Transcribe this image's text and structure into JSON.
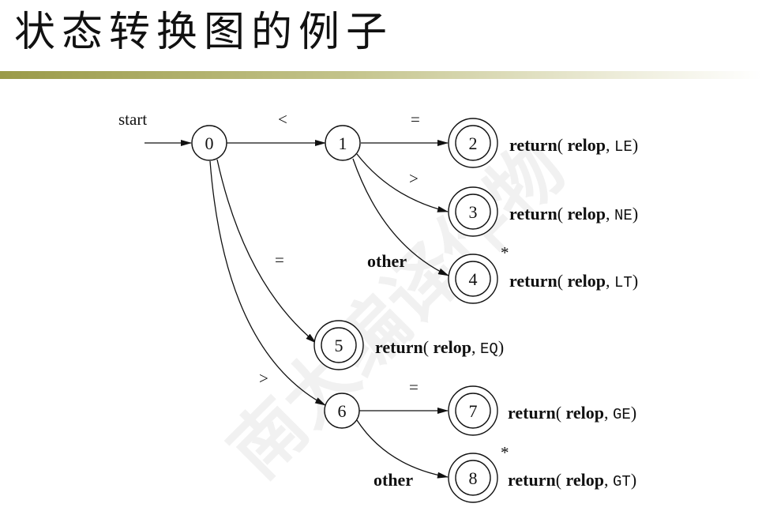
{
  "slide": {
    "title": "状态转换图的例子",
    "watermark": "南大编译作物"
  },
  "diagram": {
    "start_label": "start",
    "states": [
      {
        "id": "0",
        "accepting": false,
        "star": false
      },
      {
        "id": "1",
        "accepting": false,
        "star": false
      },
      {
        "id": "2",
        "accepting": true,
        "star": false,
        "action_kw": "return",
        "action_arg": "relop",
        "token": "LE"
      },
      {
        "id": "3",
        "accepting": true,
        "star": false,
        "action_kw": "return",
        "action_arg": "relop",
        "token": "NE"
      },
      {
        "id": "4",
        "accepting": true,
        "star": true,
        "action_kw": "return",
        "action_arg": "relop",
        "token": "LT"
      },
      {
        "id": "5",
        "accepting": true,
        "star": false,
        "action_kw": "return",
        "action_arg": "relop",
        "token": "EQ"
      },
      {
        "id": "6",
        "accepting": false,
        "star": false
      },
      {
        "id": "7",
        "accepting": true,
        "star": false,
        "action_kw": "return",
        "action_arg": "relop",
        "token": "GE"
      },
      {
        "id": "8",
        "accepting": true,
        "star": true,
        "action_kw": "return",
        "action_arg": "relop",
        "token": "GT"
      }
    ],
    "transitions": [
      {
        "from": "0",
        "to": "1",
        "label": "<"
      },
      {
        "from": "1",
        "to": "2",
        "label": "="
      },
      {
        "from": "1",
        "to": "3",
        "label": ">"
      },
      {
        "from": "1",
        "to": "4",
        "label": "other"
      },
      {
        "from": "0",
        "to": "5",
        "label": "="
      },
      {
        "from": "0",
        "to": "6",
        "label": ">"
      },
      {
        "from": "6",
        "to": "7",
        "label": "="
      },
      {
        "from": "6",
        "to": "8",
        "label": "other"
      }
    ],
    "star_mark": "*"
  }
}
